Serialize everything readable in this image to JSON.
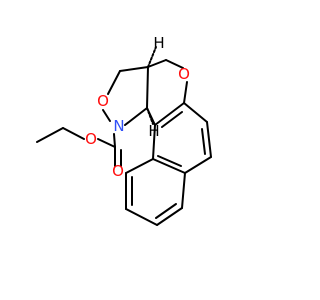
{
  "colors": {
    "bond": "#000000",
    "oxygen": "#ff0d0d",
    "nitrogen": "#3050f8"
  },
  "atoms": [
    {
      "id": "o_ring",
      "label": "O",
      "element": "oxygen"
    },
    {
      "id": "o_isox",
      "label": "O",
      "element": "oxygen"
    },
    {
      "id": "n_isox",
      "label": "N",
      "element": "nitrogen"
    },
    {
      "id": "o_ester",
      "label": "O",
      "element": "oxygen"
    },
    {
      "id": "o_carbonyl",
      "label": "O",
      "element": "oxygen"
    },
    {
      "id": "h_top",
      "label": "H",
      "element": "carbon"
    },
    {
      "id": "h_bottom",
      "label": "H",
      "element": "carbon"
    }
  ]
}
